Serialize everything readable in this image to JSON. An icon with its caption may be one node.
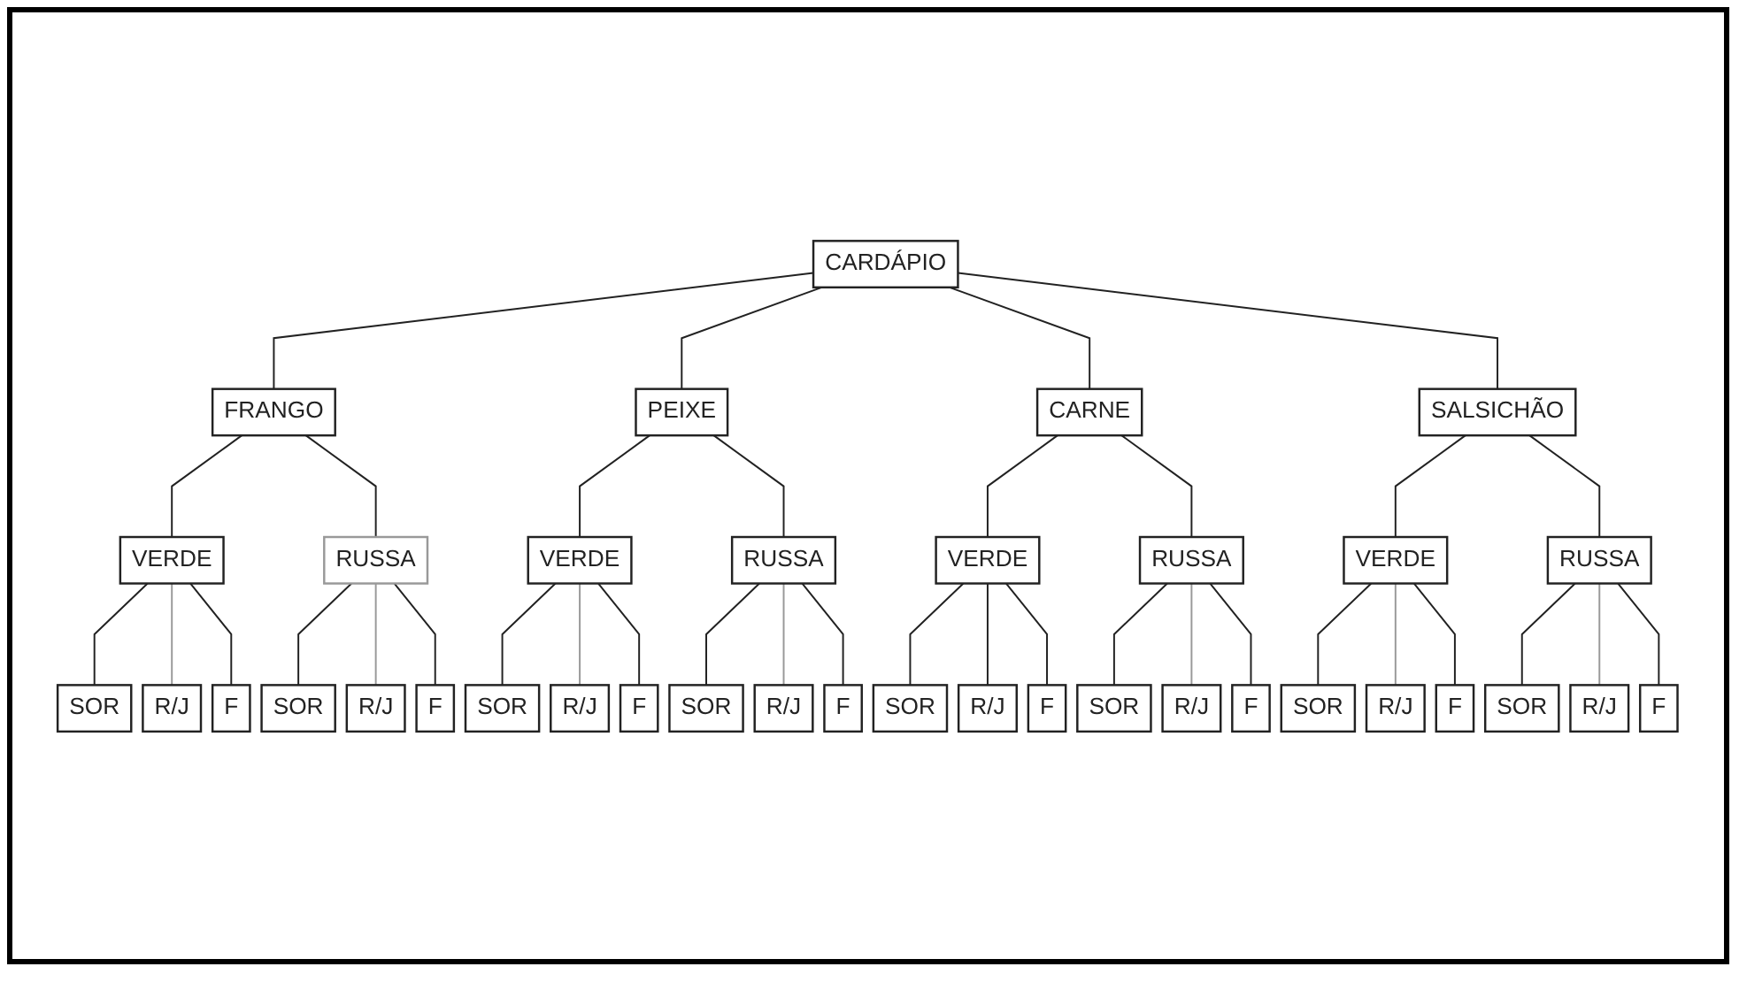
{
  "diagram": {
    "nodes": [
      {
        "text": [
          "CARDÁPIO"
        ]
      },
      {
        "text": [
          "FRANGO"
        ]
      },
      {
        "text": [
          "PEIXE"
        ]
      },
      {
        "text": [
          "CARNE"
        ]
      },
      {
        "text": [
          "SALSICHÃO"
        ]
      },
      {
        "text": [
          "VERDE"
        ]
      },
      {
        "text": [
          "RUSSA"
        ]
      },
      {
        "text": [
          "VERDE"
        ]
      },
      {
        "text": [
          "RUSSA"
        ]
      },
      {
        "text": [
          "VERDE"
        ]
      },
      {
        "text": [
          "RUSSA"
        ]
      },
      {
        "text": [
          "VERDE"
        ]
      },
      {
        "text": [
          "RUSSA"
        ]
      },
      {
        "text": [
          "SOR"
        ]
      },
      {
        "text": [
          "R/J"
        ]
      },
      {
        "text": [
          "F"
        ]
      },
      {
        "text": [
          "SOR"
        ]
      },
      {
        "text": [
          "R/J"
        ]
      },
      {
        "text": [
          "F"
        ]
      },
      {
        "text": [
          "SOR"
        ]
      },
      {
        "text": [
          "R/J"
        ]
      },
      {
        "text": [
          "F"
        ]
      },
      {
        "text": [
          "SOR"
        ]
      },
      {
        "text": [
          "R/J"
        ]
      },
      {
        "text": [
          "F"
        ]
      },
      {
        "text": [
          "SOR"
        ]
      },
      {
        "text": [
          "R/J"
        ]
      },
      {
        "text": [
          "F"
        ]
      },
      {
        "text": [
          "SOR"
        ]
      },
      {
        "text": [
          "R/J"
        ]
      },
      {
        "text": [
          "F"
        ]
      },
      {
        "text": [
          "SOR"
        ]
      },
      {
        "text": [
          "R/J"
        ]
      },
      {
        "text": [
          "F"
        ]
      },
      {
        "text": [
          "SOR"
        ]
      },
      {
        "text": [
          "R/J"
        ]
      },
      {
        "text": [
          "F"
        ]
      }
    ],
    "edges": [
      {
        "from": 0,
        "to": 1,
        "arrow": "none"
      },
      {
        "from": 0,
        "to": 2,
        "arrow": "none"
      },
      {
        "from": 0,
        "to": 3,
        "arrow": "none"
      },
      {
        "from": 0,
        "to": 4,
        "arrow": "none"
      },
      {
        "from": 1,
        "to": 5,
        "arrow": "none"
      },
      {
        "from": 1,
        "to": 6,
        "arrow": "none"
      },
      {
        "from": 2,
        "to": 7,
        "arrow": "none"
      },
      {
        "from": 2,
        "to": 8,
        "arrow": "none"
      },
      {
        "from": 3,
        "to": 9,
        "arrow": "none"
      },
      {
        "from": 3,
        "to": 10,
        "arrow": "none"
      },
      {
        "from": 4,
        "to": 11,
        "arrow": "none"
      },
      {
        "from": 4,
        "to": 12,
        "arrow": "none"
      },
      {
        "from": 5,
        "to": 13,
        "arrow": "none"
      },
      {
        "from": 5,
        "to": 14,
        "arrow": "none",
        "color": "#999999"
      },
      {
        "from": 5,
        "to": 15,
        "arrow": "none"
      },
      {
        "from": 6,
        "to": 16,
        "arrow": "none"
      },
      {
        "from": 6,
        "to": 17,
        "arrow": "none",
        "color": "#999999"
      },
      {
        "from": 6,
        "to": 18,
        "arrow": "none"
      },
      {
        "from": 7,
        "to": 19,
        "arrow": "none"
      },
      {
        "from": 7,
        "to": 20,
        "arrow": "none",
        "color": "#999999"
      },
      {
        "from": 7,
        "to": 21,
        "arrow": "none"
      },
      {
        "from": 8,
        "to": 22,
        "arrow": "none"
      },
      {
        "from": 8,
        "to": 23,
        "arrow": "none",
        "color": "#999999"
      },
      {
        "from": 8,
        "to": 24,
        "arrow": "none"
      },
      {
        "from": 9,
        "to": 25,
        "arrow": "none"
      },
      {
        "from": 9,
        "to": 26,
        "arrow": "none"
      },
      {
        "from": 9,
        "to": 27,
        "arrow": "none"
      },
      {
        "from": 10,
        "to": 28,
        "arrow": "none"
      },
      {
        "from": 10,
        "to": 29,
        "arrow": "none",
        "color": "#999999"
      },
      {
        "from": 10,
        "to": 30,
        "arrow": "none"
      },
      {
        "from": 11,
        "to": 31,
        "arrow": "none"
      },
      {
        "from": 11,
        "to": 32,
        "arrow": "none",
        "color": "#999999"
      },
      {
        "from": 11,
        "to": 33,
        "arrow": "none"
      },
      {
        "from": 12,
        "to": 34,
        "arrow": "none"
      },
      {
        "from": 12,
        "to": 35,
        "arrow": "none",
        "color": "#999999"
      },
      {
        "from": 12,
        "to": 36,
        "arrow": "none"
      }
    ]
  }
}
